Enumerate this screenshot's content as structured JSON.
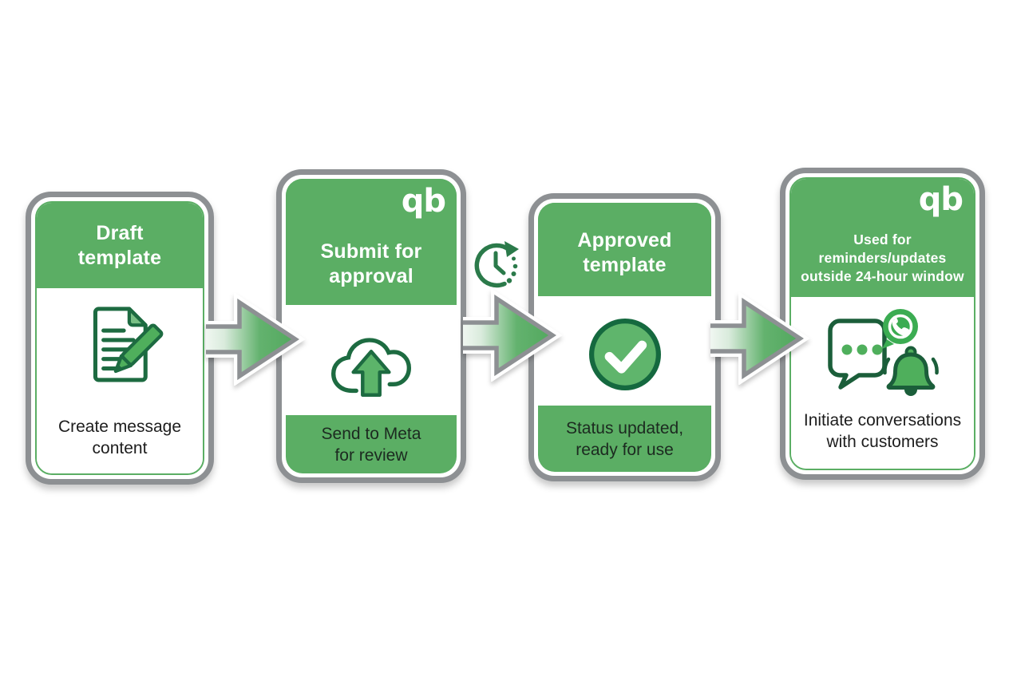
{
  "diagram": {
    "background": "#FFFFFF",
    "brand_logo_text": "qb",
    "colors": {
      "card_green": "#5BAE64",
      "icon_green": "#4FAF5C",
      "dark_green_outline": "#1D6B41",
      "whatsapp_green": "#3BAC52",
      "clock_green": "#2B7A4A",
      "border_gray": "#8D9093",
      "title_text": "#FFFFFF",
      "caption_text": "#1D1D1D"
    },
    "steps": [
      {
        "title": "Draft\ntemplate",
        "caption": "Create message\ncontent",
        "icon": "document-pencil-icon",
        "layout": "green-header-white-body",
        "shows_qb_logo": false
      },
      {
        "title": "Submit for\napproval",
        "caption": "Send to Meta\nfor review",
        "icon": "cloud-upload-icon",
        "layout": "green-body-white-band",
        "shows_qb_logo": true
      },
      {
        "title": "Approved\ntemplate",
        "caption": "Status updated,\nready for use",
        "icon": "check-circle-icon",
        "layout": "green-body-white-band",
        "shows_qb_logo": false
      },
      {
        "title": "Used for\nreminders/updates\noutside 24-hour window",
        "caption": "Initiate conversations\nwith customers",
        "icon": "chat-whatsapp-bell-icon",
        "layout": "green-header-white-body",
        "shows_qb_logo": true
      }
    ],
    "connectors": [
      {
        "type": "arrow-right"
      },
      {
        "type": "arrow-right",
        "badge": "pending-clock-icon"
      },
      {
        "type": "arrow-right"
      }
    ]
  }
}
